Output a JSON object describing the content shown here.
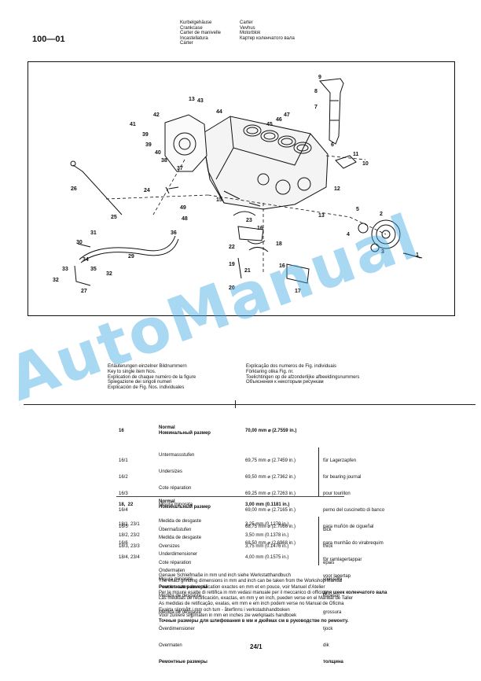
{
  "page_code": "100—01",
  "header": {
    "left": [
      "Kurbelgehäuse",
      "Crankcase",
      "Carter de manivelle",
      "Incastellatura",
      "Cárter"
    ],
    "right": [
      "Carter",
      "Vevhus",
      "Motorblok",
      "Картер коленчатого вала"
    ]
  },
  "diagram": {
    "callouts": [
      "1",
      "2",
      "3",
      "4",
      "5",
      "6",
      "7",
      "8",
      "9",
      "10",
      "11",
      "12",
      "13",
      "13",
      "15",
      "16",
      "16",
      "17",
      "18",
      "19",
      "20",
      "21",
      "22",
      "23",
      "24",
      "25",
      "26",
      "27",
      "29",
      "30",
      "31",
      "32",
      "32",
      "33",
      "34",
      "35",
      "36",
      "37",
      "38",
      "39",
      "39",
      "40",
      "41",
      "42",
      "43",
      "44",
      "45",
      "46",
      "47",
      "48",
      "49"
    ]
  },
  "legend_left": [
    "Erläuterungen einzelner Bildnummern",
    "Key to single item Nos.",
    "Explication de chaque numéro de la figure",
    "Spiegazione dei singoli numeri",
    "Explicación de Fig. Nos. individuales"
  ],
  "legend_right": [
    "Explicação dos numeros de Fig. individuais",
    "Förklaring olika Fig. nr.",
    "Toelichtingen op de afzonderlijke afbeeldingsnummers",
    "Объяснения к некоторым рисункам"
  ],
  "table1": {
    "item": "16",
    "normal": "Normal",
    "normal_ru": "Номинальный размер",
    "normal_value": "70,00 mm ⌀ (2.7559 in.)",
    "items": [
      "16/1",
      "16/2",
      "16/3",
      "16/4",
      "16/5",
      "16/6"
    ],
    "labels": [
      "Untermassstufen",
      "Undersizes",
      "Cote réparation",
      "Misura minorata",
      "Medida de desgaste",
      "Medida de desgaste",
      "Underdimensioner",
      "Ondermaten",
      "Ремонтные размеры"
    ],
    "values": [
      "69,75 mm ⌀ (2.7459 in.)",
      "69,50 mm ⌀ (2.7362 in.)",
      "69,25 mm ⌀ (2.7263 in.)",
      "69,00 mm ⌀ (2.7165 in.)",
      "68,75 mm ⌀ (2.7066 in.)",
      "68,50 mm ⌀ (2.6968 in.)"
    ],
    "notes": [
      "für Lagerzapfen",
      "for bearing journal",
      "pour tourillon",
      "perno del cuscinetto di banco",
      "para muñón de cigueñal",
      "para munhão do virabrequim",
      "för ramlagertappar",
      "voor lagertap",
      "для шеек коленчатого вала"
    ]
  },
  "table2": {
    "item": "18,  22",
    "normal": "Normal",
    "normal_ru": "Номинальный размер",
    "normal_value": "3,00 mm (0.1181 in.)",
    "items": [
      "18/1, 23/1",
      "18/2, 23/2",
      "18/3, 23/3",
      "18/4, 23/4"
    ],
    "labels": [
      "Übermaßstufen",
      "Oversizes",
      "Cote réparation",
      "Misura minorata",
      "Medida de desgaste",
      "Medida de desgaste",
      "Överdimensioner",
      "Overmaten",
      "Ремонтные размеры"
    ],
    "values": [
      "3,25 mm (0.1279 in.)",
      "3,50 mm (0.1378 in.)",
      "3,75 mm (0.1476 in.)",
      "4,00 mm (0.1575 in.)"
    ],
    "notes": [
      "dick",
      "thick",
      "épais",
      "spessore",
      "espesor",
      "grossura",
      "tjock",
      "dik",
      "толщина"
    ]
  },
  "footer_notes": [
    "Genaue Schleifmaße in mm und inch siehe Werkstatthandbuch",
    "The exact grinding dimensions in mm and inch can be taken from the Workshop Manual",
    "Pour les cotes de rectification exactes en mm et en pouce, voir Manuel d’Atelier",
    "Per le misure esatte di rettifica in mm vedasi manuale per il meccanico di officina",
    "Las medidas de rectificación, exactas, en mm y en inch, pueden verse en el Manual de Taller",
    "As medidas de retificação, exatas, em mm e em inch podem verse no Manual de Oficina",
    "Exakta slipmått i mm och tum - återfinns i verkstadshandboken",
    "Voor zuivere slijpmaten in mm en inches zie werkplaats handboek",
    "Точные размеры для шлифования в мм и дюймах см в руководстве по ремонту."
  ],
  "page_number": "24/1",
  "watermark": "AutoManual"
}
